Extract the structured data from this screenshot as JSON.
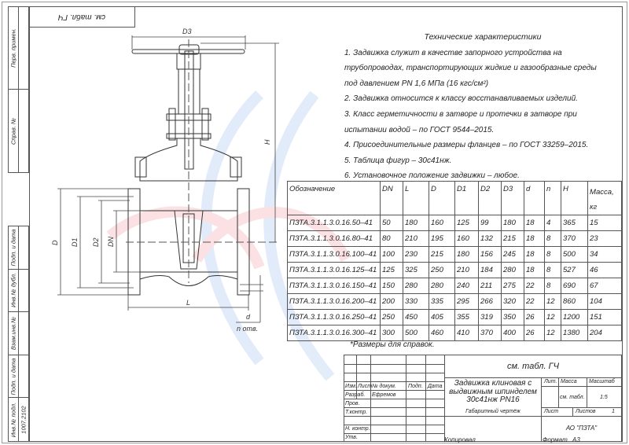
{
  "stamp_top_left": "см. табл. ГЧ",
  "side_labels": {
    "perv_primen": "Перв. примен.",
    "sprav_no": "Справ. №",
    "podp_data_1": "Подп. и дата",
    "inv_dubl": "Инв.№ дубл.",
    "vzam_inv": "Взам.инв.№",
    "podp_data_2": "Подп. и дата",
    "inv_podl": "Инв.№ подл.",
    "inv_podl_value": "1007.2102"
  },
  "drawing_labels": {
    "d3": "D3",
    "h": "H",
    "d": "D",
    "d1": "D1",
    "d2": "D2",
    "dn": "DN",
    "l": "L",
    "hole_d": "d",
    "holes_n": "n отв."
  },
  "notes": {
    "title": "Технические характеристики",
    "lines": [
      "1. Задвижка служит в качестве запорного устройства на",
      "трубопроводах, транспортирующих жидкие и газообразные среды",
      "под давлением PN 1,6 МПа (16 кгс/см²)",
      "2. Задвижка относится к классу восстанавливаемых изделий.",
      "3. Класс герметичности в затворе и протечки в затворе при",
      "испытании водой – по ГОСТ 9544–2015.",
      "4. Присоединительные размеры фланцев – по ГОСТ 33259–2015.",
      "5. Таблица фигур – 30с41нж.",
      "6. Установочное положение задвижки – любое."
    ]
  },
  "table": {
    "headers": [
      "Обозначение",
      "DN",
      "L",
      "D",
      "D1",
      "D2",
      "D3",
      "d",
      "n",
      "H",
      "Масса, кг"
    ],
    "rows": [
      [
        "ПЗТА.3.1.1.3.0.16.50–41",
        "50",
        "180",
        "160",
        "125",
        "99",
        "180",
        "18",
        "4",
        "365",
        "15"
      ],
      [
        "ПЗТА.3.1.1.3.0.16.80–41",
        "80",
        "210",
        "195",
        "160",
        "132",
        "215",
        "18",
        "8",
        "370",
        "23"
      ],
      [
        "ПЗТА.3.1.1.3.0.16.100–41",
        "100",
        "230",
        "215",
        "180",
        "156",
        "245",
        "18",
        "8",
        "500",
        "34"
      ],
      [
        "ПЗТА.3.1.1.3.0.16.125–41",
        "125",
        "325",
        "250",
        "210",
        "184",
        "280",
        "18",
        "8",
        "527",
        "46"
      ],
      [
        "ПЗТА.3.1.1.3.0.16.150–41",
        "150",
        "280",
        "280",
        "240",
        "211",
        "275",
        "22",
        "8",
        "690",
        "67"
      ],
      [
        "ПЗТА.3.1.1.3.0.16.200–41",
        "200",
        "330",
        "335",
        "295",
        "266",
        "320",
        "22",
        "12",
        "860",
        "104"
      ],
      [
        "ПЗТА.3.1.1.3.0.16.250–41",
        "250",
        "450",
        "405",
        "355",
        "319",
        "350",
        "26",
        "12",
        "1200",
        "151"
      ],
      [
        "ПЗТА.3.1.1.3.0.16.300–41",
        "300",
        "500",
        "460",
        "410",
        "370",
        "400",
        "26",
        "12",
        "1380",
        "204"
      ]
    ]
  },
  "footnote": "*Размеры для справок.",
  "title_block": {
    "designation": "см. табл. ГЧ",
    "name": "Задвижка клиновая с выдвижным шпинделем 30с41нж PN16",
    "doc_type": "Габаритный чертёж",
    "col_izm": "Изм.",
    "col_list": "Лист",
    "col_doc": "№ докум.",
    "col_podp": "Подп.",
    "col_data": "Дата",
    "razrab": "Разраб.",
    "razrab_name": "Ефремов",
    "prov": "Пров.",
    "tkontr": "Т.контр.",
    "nkontr": "Н. контр.",
    "utv": "Утв.",
    "lit": "Лит.",
    "massa": "Масса",
    "massa_value": "см. табл.",
    "masshtab": "Масштаб",
    "masshtab_value": "1:5",
    "list": "Лист",
    "listov": "Листов",
    "listov_value": "1",
    "company": "АО \"ПЗТА\"",
    "kopiroval": "Копировал",
    "format": "Формат",
    "format_value": "А3"
  }
}
